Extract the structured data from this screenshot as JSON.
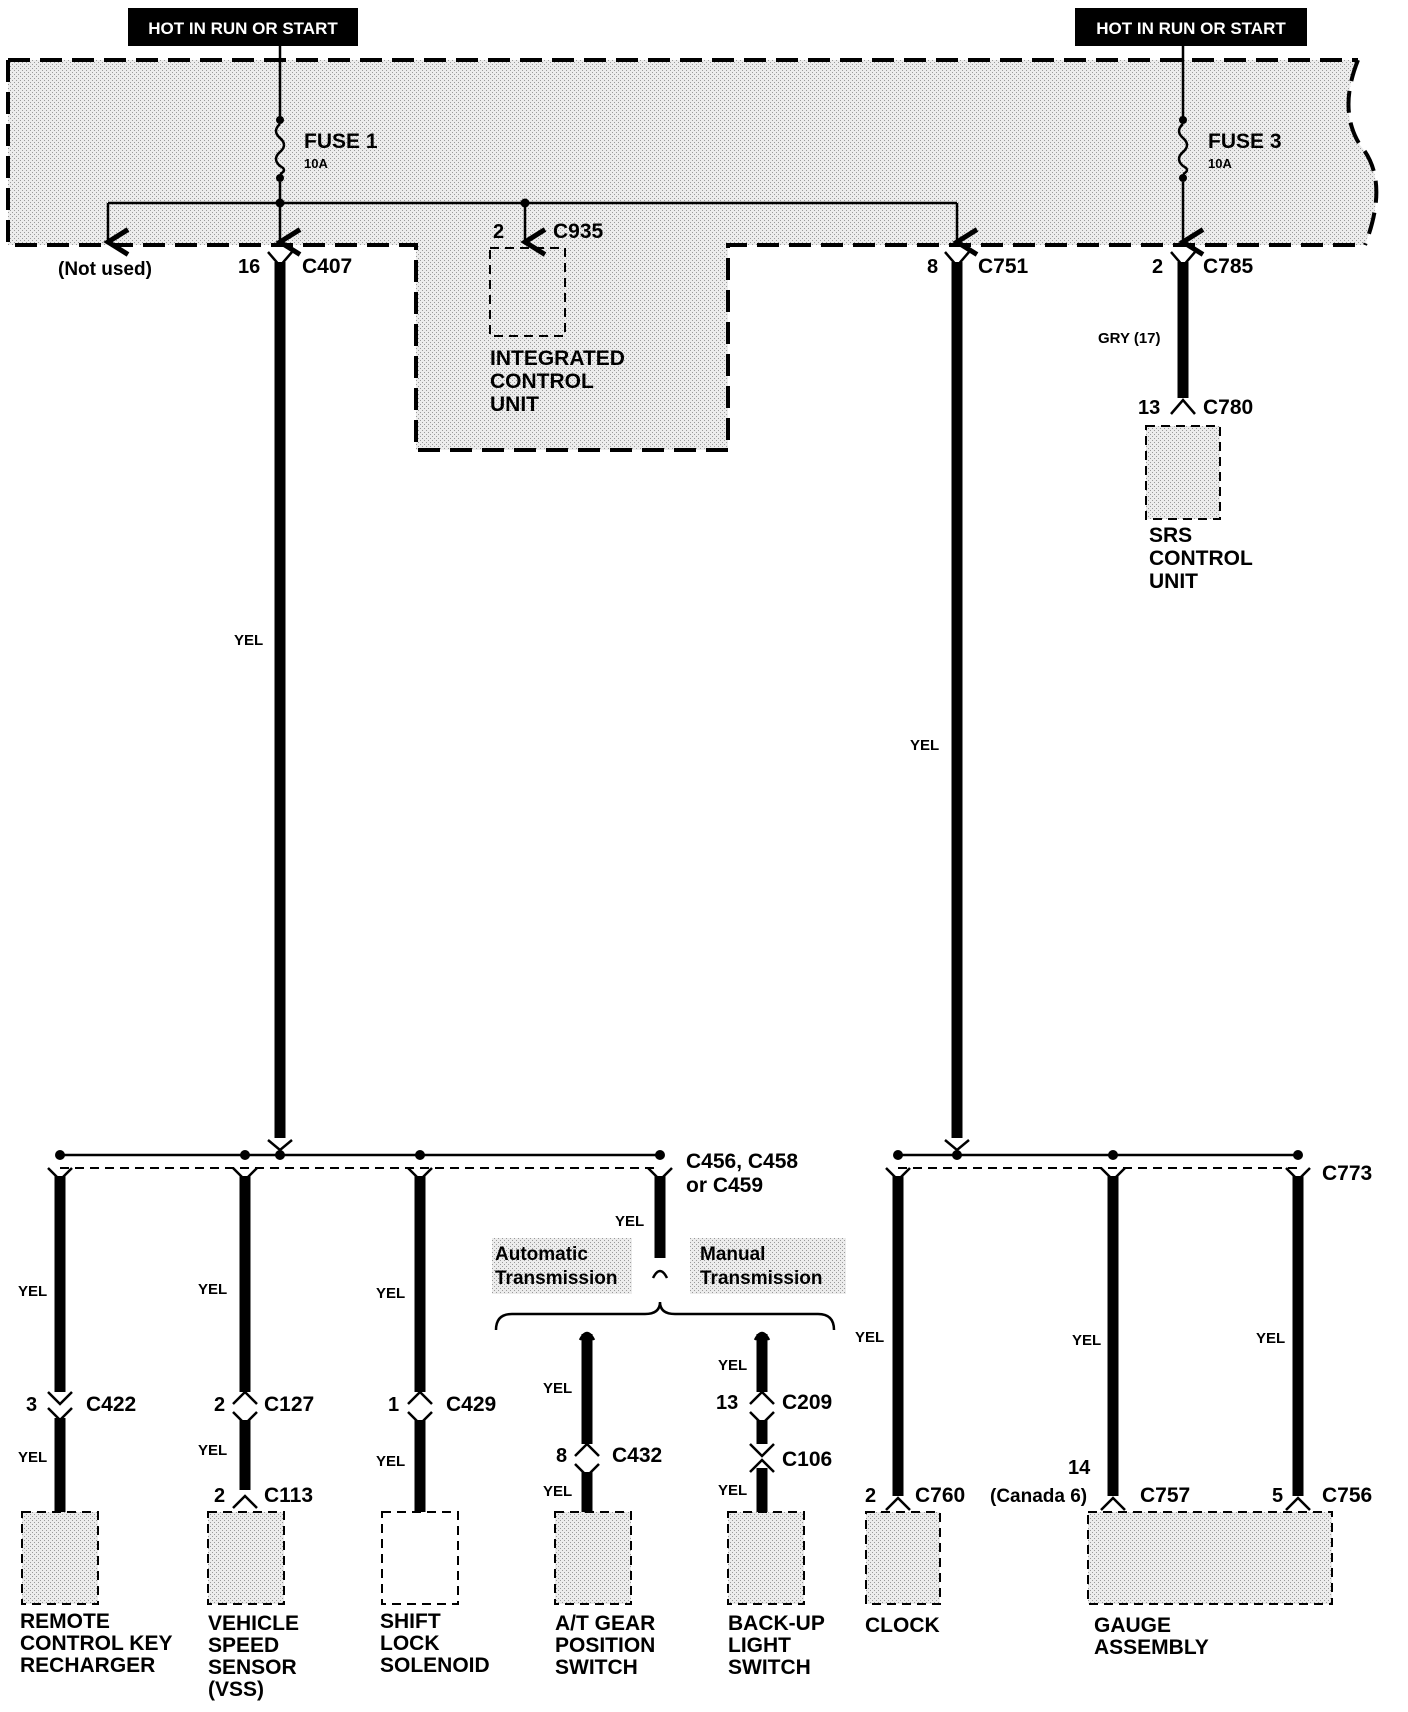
{
  "headers": {
    "left": "HOT IN RUN OR START",
    "right": "HOT IN RUN OR START"
  },
  "fuses": {
    "fuse1": {
      "name": "FUSE 1",
      "rating": "10A"
    },
    "fuse3": {
      "name": "FUSE 3",
      "rating": "10A"
    }
  },
  "top_connectors": {
    "not_used": "(Not used)",
    "c407": {
      "pin": "16",
      "id": "C407"
    },
    "c935": {
      "pin": "2",
      "id": "C935"
    },
    "c751": {
      "pin": "8",
      "id": "C751"
    },
    "c785": {
      "pin": "2",
      "id": "C785"
    },
    "c780": {
      "pin": "13",
      "id": "C780"
    }
  },
  "modules": {
    "icu": [
      "INTEGRATED",
      "CONTROL",
      "UNIT"
    ],
    "srs": [
      "SRS",
      "CONTROL",
      "UNIT"
    ]
  },
  "wires": {
    "yel": "YEL",
    "gry": "GRY (17)"
  },
  "splices": {
    "left": [
      "C456, C458",
      "or C459"
    ],
    "right": "C773"
  },
  "transmission": {
    "automatic": [
      "Automatic",
      "Transmission"
    ],
    "manual": [
      "Manual",
      "Transmission"
    ]
  },
  "components": {
    "remote": {
      "pin1": "3",
      "conn1": "C422",
      "label": [
        "REMOTE",
        "CONTROL KEY",
        "RECHARGER"
      ]
    },
    "vss": {
      "pin1": "2",
      "conn1": "C127",
      "pin2": "2",
      "conn2": "C113",
      "label": [
        "VEHICLE",
        "SPEED",
        "SENSOR",
        "(VSS)"
      ]
    },
    "shift": {
      "pin1": "1",
      "conn1": "C429",
      "label": [
        "SHIFT",
        "LOCK",
        "SOLENOID"
      ]
    },
    "atgear": {
      "pin1": "8",
      "conn1": "C432",
      "label": [
        "A/T GEAR",
        "POSITION",
        "SWITCH"
      ]
    },
    "backup": {
      "pin1": "13",
      "conn1": "C209",
      "conn2": "C106",
      "label": [
        "BACK-UP",
        "LIGHT",
        "SWITCH"
      ]
    },
    "clock": {
      "pin1": "2",
      "conn1": "C760",
      "label": [
        "CLOCK"
      ]
    },
    "gauge": {
      "pin1": "14",
      "canada": "(Canada 6)",
      "conn1": "C757",
      "pin2": "5",
      "conn2": "C756",
      "label": [
        "GAUGE",
        "ASSEMBLY"
      ]
    }
  }
}
